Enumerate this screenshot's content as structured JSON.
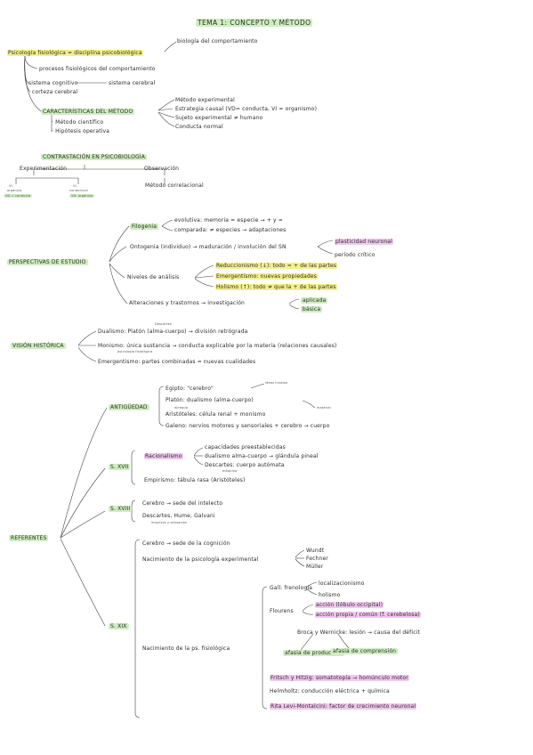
{
  "title": "TEMA 1: CONCEPTO Y MÉTODO",
  "s1": {
    "root": "Psicología fisiológica = disciplina psicobiológica",
    "b1": "biología del comportamiento",
    "b2": "procesos fisiológicos del comportamiento",
    "b3": "sistema cognitivo",
    "b3r": "sistema cerebral",
    "b4": "corteza cerebral",
    "cm": "CARACTERÍSTICAS DEL MÉTODO",
    "cm1": "Método experimental",
    "cm2": "Estrategia causal (VD= conducta, VI = organismo)",
    "cm3": "Sujeto experimental ≠ humano",
    "cm4": "Conducta normal",
    "cmL1": "· Método científico",
    "cmL2": "· Hipótesis operativa"
  },
  "s2": {
    "title": "CONTRASTACIÓN EN PSICOBIOLOGÍA",
    "exp": "Experimentación",
    "obs": "Observación",
    "vi1a": "VI:",
    "vi1b": "orgánica",
    "vi1c": "VD = conducta",
    "vi2a": "VI:",
    "vi2b": "conductual",
    "vi2c": "VD: orgánica",
    "corr": "Método correlacional"
  },
  "s3": {
    "root": "PERSPECTIVAS DE ESTUDIO",
    "filo": "Filogenia",
    "evol": "evolutiva: memoria = especie → + y =",
    "comp": "comparada: ≠ especies → adaptaciones",
    "onto": "Ontogenia (individuo) → maduración / involución del SN",
    "ontoA": "plasticidad neuronal",
    "ontoB": "período crítico",
    "niv": "Niveles de análisis",
    "red": "Reduccionismo (↓): todo = + de las partes",
    "eme": "Emergentismo: nuevas propiedades",
    "hol": "Holismo (↑): todo ≠ que la + de las partes",
    "alt": "Alteraciones y trastornos → investigación",
    "altA": "aplicada",
    "altB": "básica"
  },
  "s4": {
    "root": "VISIÓN HISTÓRICA",
    "dual": "Dualismo: Platón (alma-cuerpo) → división retrógrada",
    "dualNote": "Descartes",
    "mono": "Monismo: única sustancia → conducta explicable por la materia (relaciones causales)",
    "monoNote": "psicología fisiológica",
    "emer": "Emergentismo: partes combinadas = nuevas cualidades"
  },
  "s5": {
    "root": "REFERENTES",
    "ant": "ANTIGÜEDAD",
    "ant1": "Egipto: \"cerebro\"",
    "ant1n": "ideas innatas",
    "ant2": "Platón: dualismo (alma-cuerpo)",
    "ant2n": "material",
    "ant3": "Aristóteles: célula renal + monismo",
    "ant3n": "ejemplo",
    "ant4": "Galeno: nervios motores y sensoriales + cerebro → cuerpo",
    "s17": "S. XVII",
    "rac": "Racionalismo",
    "rac1": "capacidades preestablecidas",
    "rac2": "dualismo alma-cuerpo → glándula pineal",
    "rac3": "Descartes: cuerpo autómata",
    "rac3n": "máquina",
    "emp": "Empirismo: tábula rasa (Aristóteles)",
    "s18": "S. XVIII",
    "c18a": "Cerebro → sede del intelecto",
    "c18b": "Descartes, Hume, Galvani",
    "c18n": "impulsos y sensación",
    "s19": "S. XIX",
    "c19a": "Cerebro → sede de la cognición",
    "c19b": "Nacimiento de la psicología experimental",
    "w1": "Wundt",
    "w2": "Fechner",
    "w3": "Müller",
    "c19c": "Nacimiento de la ps. fisiológica",
    "gall": "Gall: frenología",
    "gallA": "localizacionismo",
    "gallB": "holismo",
    "flou": "Flourens",
    "flouA": "acción (lóbulo occipital)",
    "flouB": "acción propia / común (f. cerebelosa)",
    "broca": "Broca y Wernicke: lesión → causa del déficit",
    "brocaA": "afasia de producción",
    "brocaB": "afasia de comprensión",
    "fritz": "Fritsch y Hitzig: somatotopía → homúnculo motor",
    "helm": "Helmholtz: conducción eléctrica + química",
    "ram": "Rita Levi-Montalcini: factor de crecimiento neuronal"
  }
}
